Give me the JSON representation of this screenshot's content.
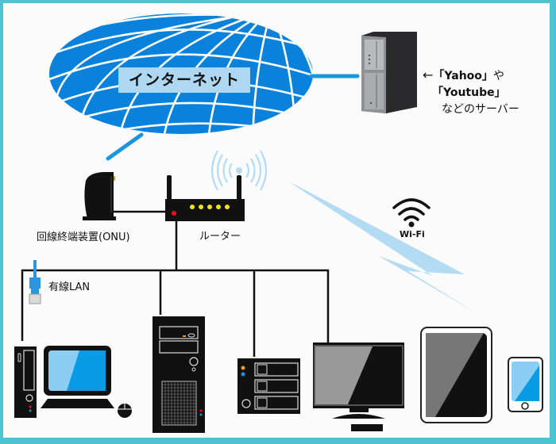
{
  "diagram": {
    "title": "Home network diagram",
    "internet": {
      "label": "インターネット",
      "color": "#0a82dc"
    },
    "server": {
      "annotation_arrow": "←",
      "annotation_line1_a": "「Yahoo」",
      "annotation_line1_b": "や",
      "annotation_line2": "「Youtube」",
      "annotation_line3": "などのサーバー"
    },
    "onu": {
      "label": "回線終端装置(ONU)"
    },
    "router": {
      "label": "ルーター",
      "led_count": 5,
      "led_color": "#f2e21c",
      "power_led_color": "#e8101a"
    },
    "wired": {
      "label": "有線LAN"
    },
    "wifi": {
      "label": "Wi-Fi",
      "signal_color": "#b3dcf4"
    },
    "devices": [
      {
        "name": "desktop-pc-with-monitor",
        "connection": "wired"
      },
      {
        "name": "tower-pc",
        "connection": "wired"
      },
      {
        "name": "nas",
        "connection": "wired"
      },
      {
        "name": "tv",
        "connection": "wired"
      },
      {
        "name": "tablet",
        "connection": "wifi"
      },
      {
        "name": "smartphone",
        "connection": "wifi"
      }
    ],
    "colors": {
      "border": "#4ec3d2",
      "link_internet": "#1a96dc",
      "link_wired": "#111111",
      "screen_light": "#8ccdf3",
      "screen_dark": "#0a9be6"
    }
  }
}
